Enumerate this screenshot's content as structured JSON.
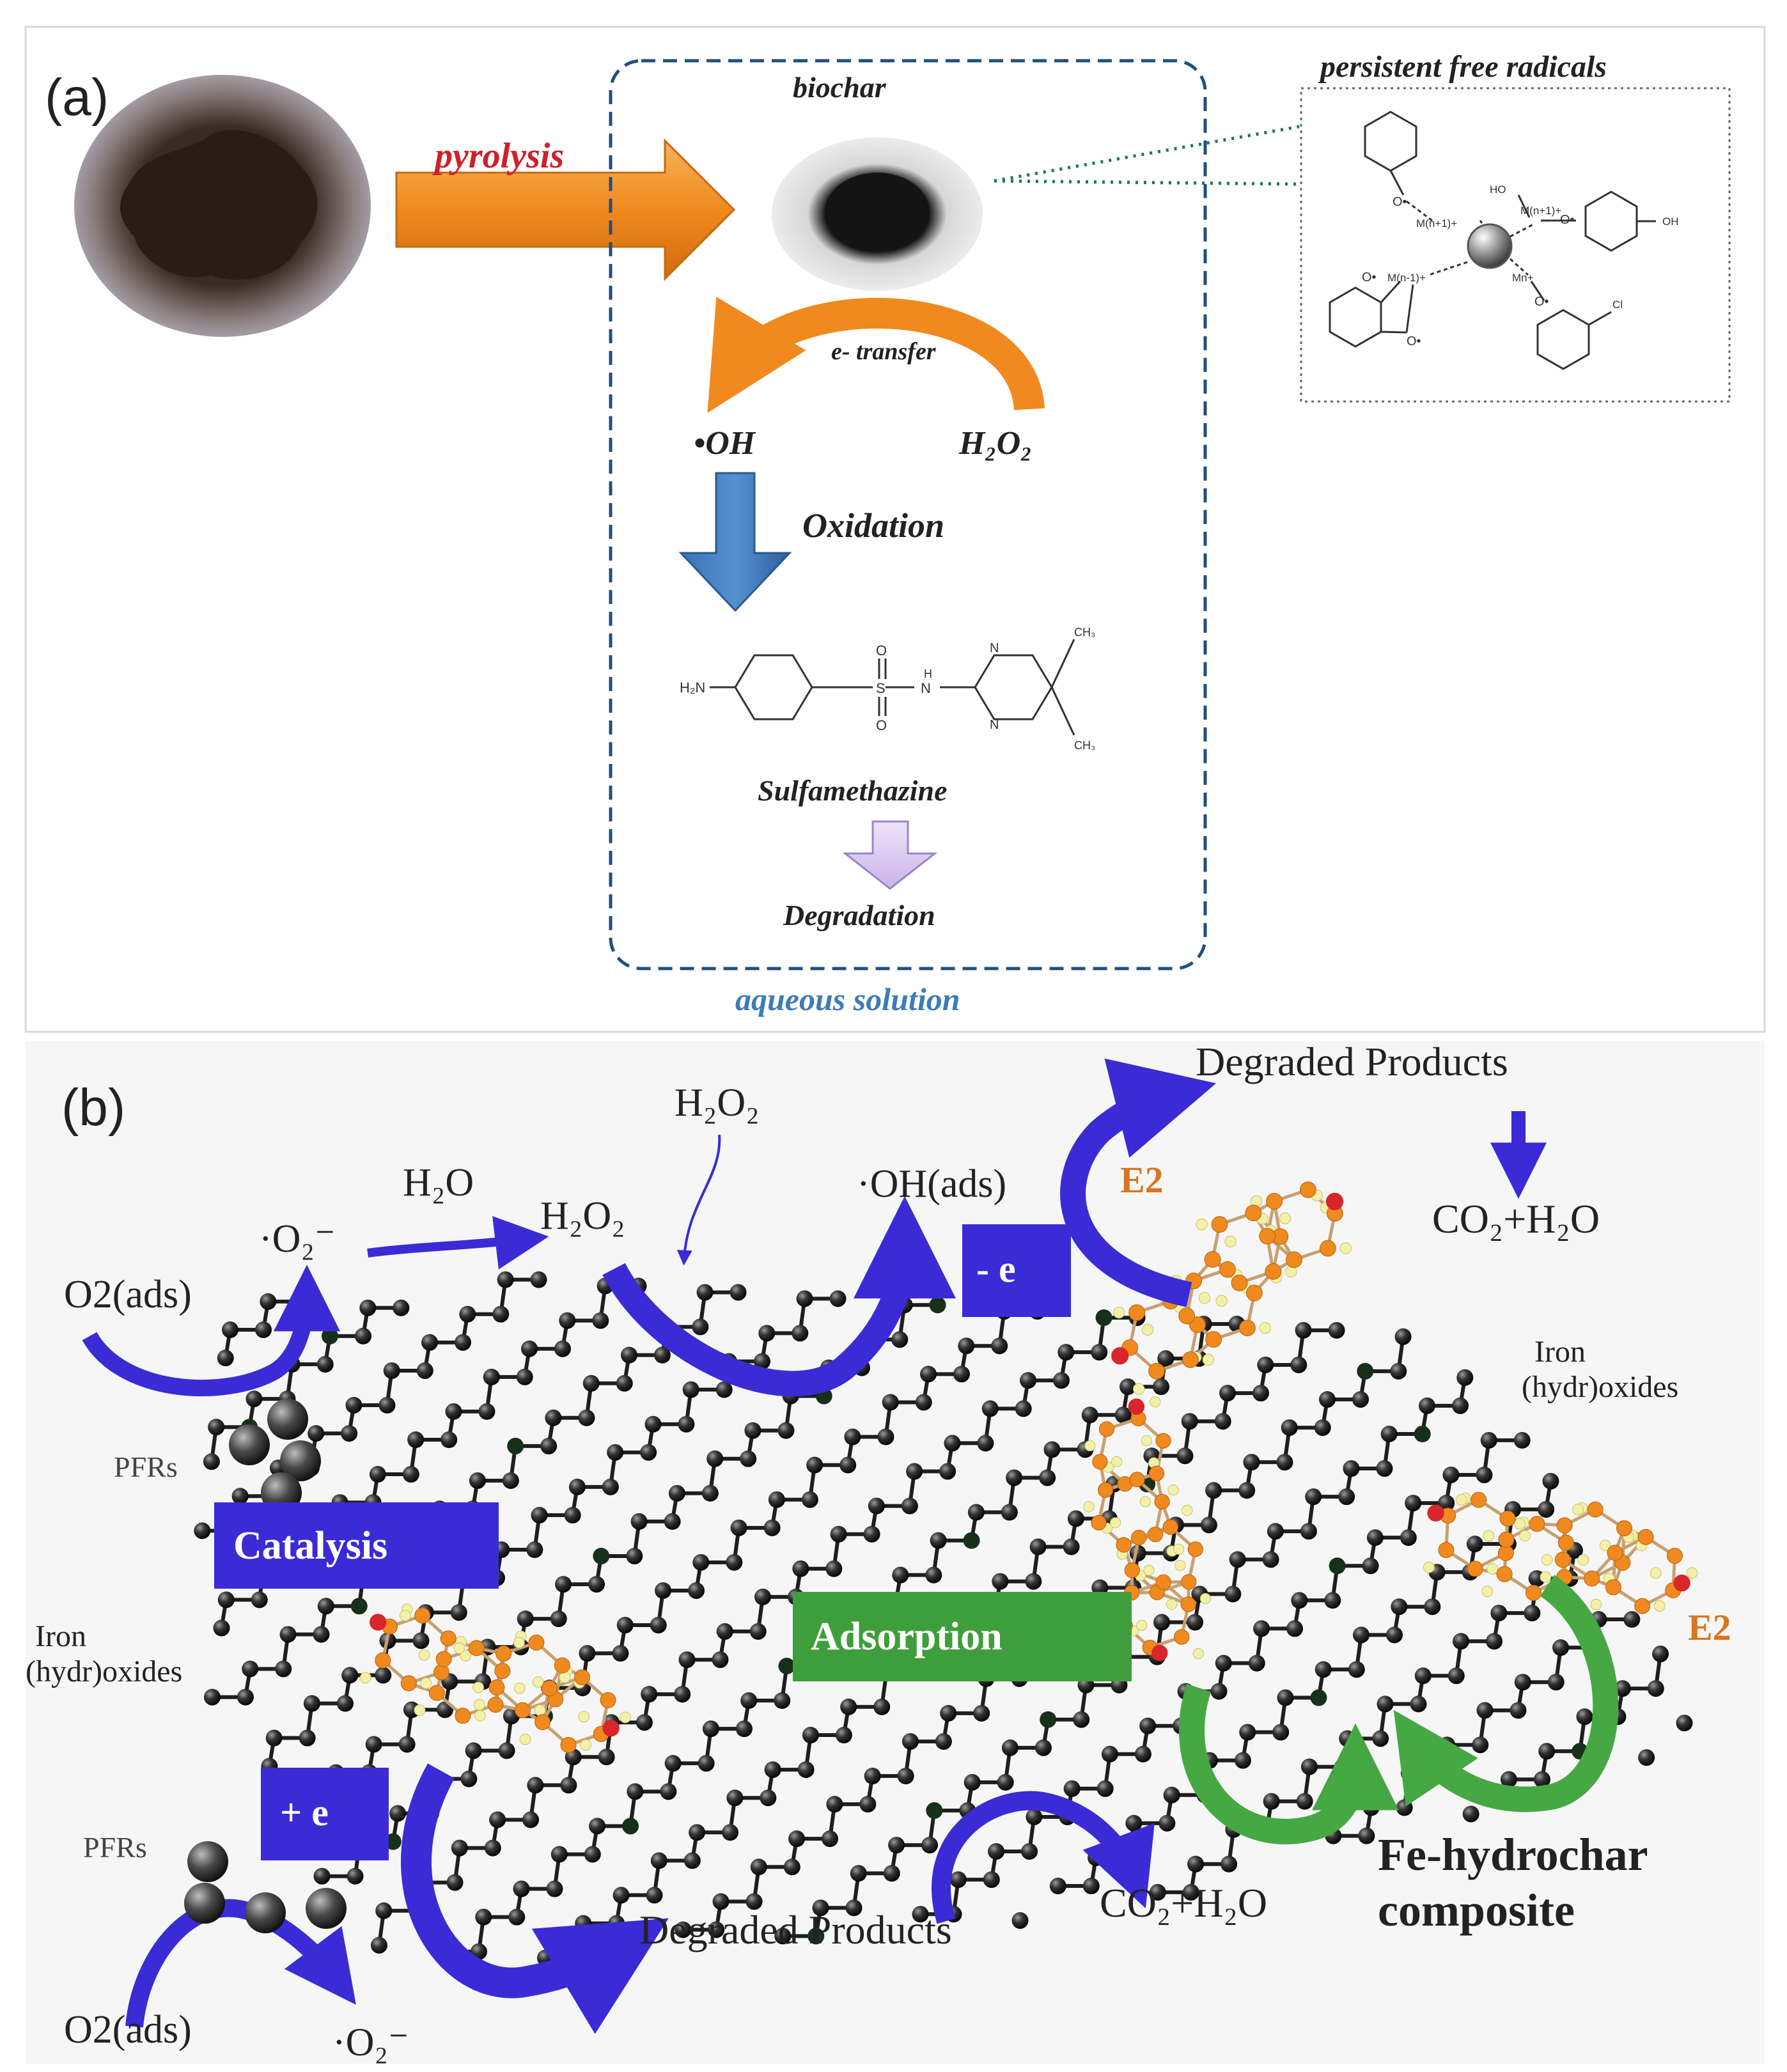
{
  "panel_a": {
    "label": "(a)",
    "pyrolysis": "pyrolysis",
    "biochar": "biochar",
    "pfr_title": "persistent free radicals",
    "e_transfer": "e- transfer",
    "oh": "•OH",
    "h2o2": "H₂O₂",
    "oxidation": "Oxidation",
    "sulfamethazine": "Sulfamethazine",
    "degradation": "Degradation",
    "aqueous": "aqueous solution",
    "smz_labels": {
      "h2n": "H₂N",
      "s": "S",
      "o_top": "O",
      "o_bot": "O",
      "h": "H",
      "n": "N",
      "n1": "N",
      "n2": "N",
      "ch3_top": "CH₃",
      "ch3_bot": "CH₃"
    },
    "pfr_labels": {
      "m1": "M(n+1)+",
      "m2": "M(n-1)+",
      "m3": "M(n+1)+",
      "m4": "Mn+",
      "ho": "HO",
      "oh": "OH",
      "cl": "Cl",
      "o1": "O•",
      "o2": "O•",
      "o3": "O•",
      "o4": "O•",
      "o5": "O•"
    }
  },
  "panel_b": {
    "label": "(b)",
    "degraded_products_top": "Degraded Products",
    "co2_h2o_top": "CO₂+H₂O",
    "h2o2_top": "H₂O₂",
    "oh_ads": "·OH(ads)",
    "h2o": "H₂O",
    "h2o2_mid": "H₂O₂",
    "o2_radical_top": "·O₂⁻",
    "o2_ads_top": "O2(ads)",
    "pfrs_top": "PFRs",
    "catalysis": "Catalysis",
    "minus_e": "- e",
    "e2_top": "E2",
    "iron_right_1": "Iron",
    "iron_right_2": "(hydr)oxides",
    "iron_left_1": "Iron",
    "iron_left_2": "(hydr)oxides",
    "adsorption": "Adsorption",
    "e2_right": "E2",
    "plus_e": "+ e",
    "pfrs_bottom": "PFRs",
    "degraded_products_bottom": "Degraded Products",
    "co2_h2o_bottom": "CO₂+H₂O",
    "composite_1": "Fe-hydrochar",
    "composite_2": "composite",
    "o2_ads_bottom": "O2(ads)",
    "o2_radical_bottom": "·O₂⁻"
  },
  "colors": {
    "blue": "#3a2bd6",
    "green": "#3f9e3c",
    "orange": "#f08a1e",
    "red_text": "#d0202a",
    "dash_blue": "#1f4f7f",
    "aqueous_blue": "#3d7cb8",
    "e2_orange": "#d9741f"
  }
}
